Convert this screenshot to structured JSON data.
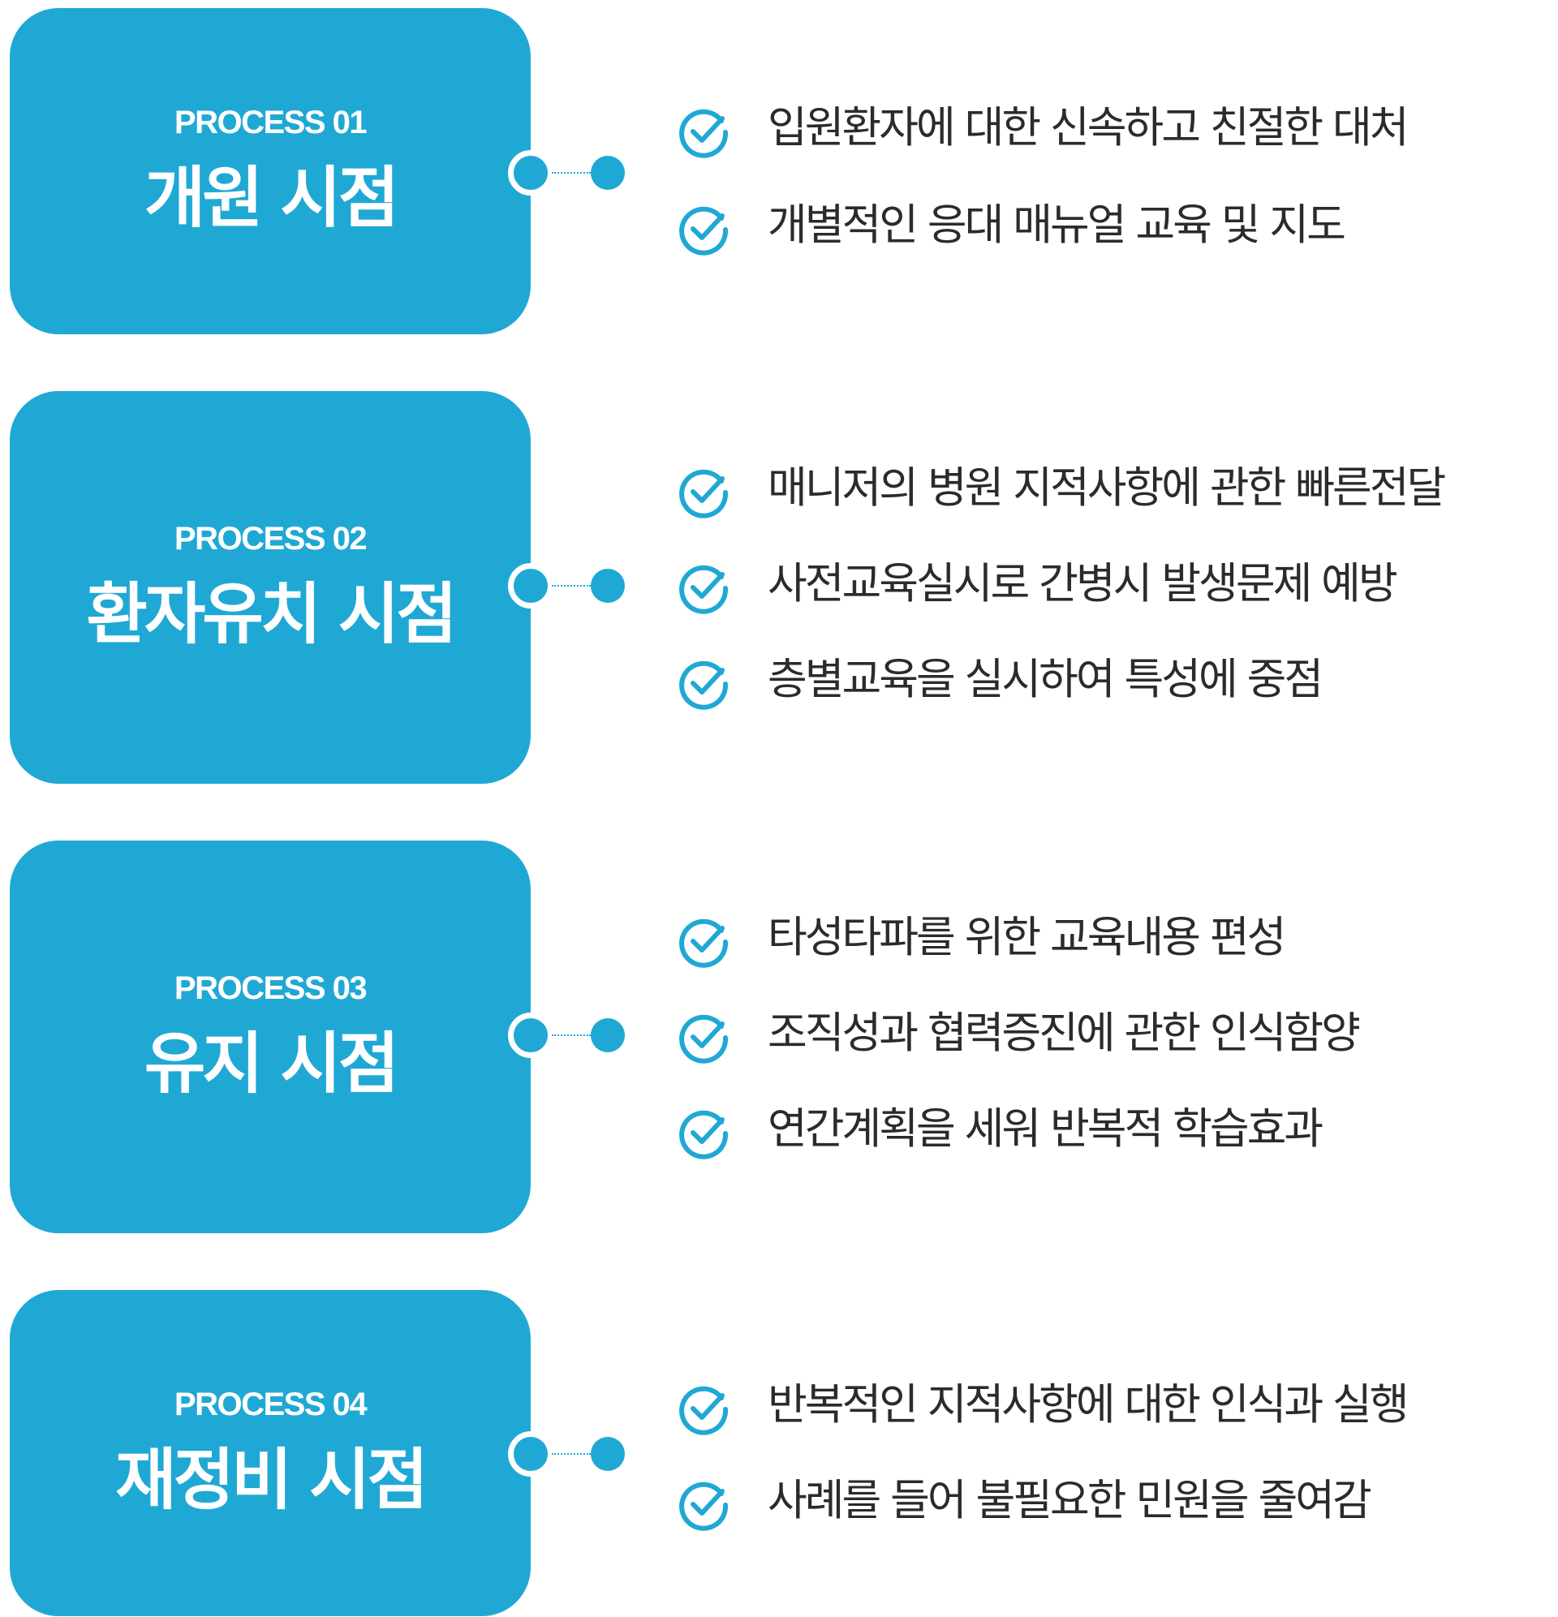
{
  "colors": {
    "accent": "#20a8d5",
    "card_text": "#ffffff",
    "item_text": "#2b2b2b",
    "background": "#ffffff"
  },
  "icons": {
    "item_marker": "check-circle-icon"
  },
  "processes": [
    {
      "label": "PROCESS 01",
      "title": "개원 시점",
      "items": [
        "입원환자에 대한 신속하고 친절한 대처",
        "개별적인 응대 매뉴얼 교육 및 지도"
      ]
    },
    {
      "label": "PROCESS 02",
      "title": "환자유치 시점",
      "items": [
        "매니저의 병원 지적사항에 관한 빠른전달",
        "사전교육실시로 간병시 발생문제 예방",
        "층별교육을 실시하여 특성에 중점"
      ]
    },
    {
      "label": "PROCESS 03",
      "title": "유지 시점",
      "items": [
        "타성타파를 위한 교육내용 편성",
        "조직성과 협력증진에 관한 인식함양",
        "연간계획을 세워 반복적 학습효과"
      ]
    },
    {
      "label": "PROCESS 04",
      "title": "재정비 시점",
      "items": [
        "반복적인 지적사항에 대한 인식과 실행",
        "사례를 들어 불필요한 민원을 줄여감"
      ]
    }
  ]
}
